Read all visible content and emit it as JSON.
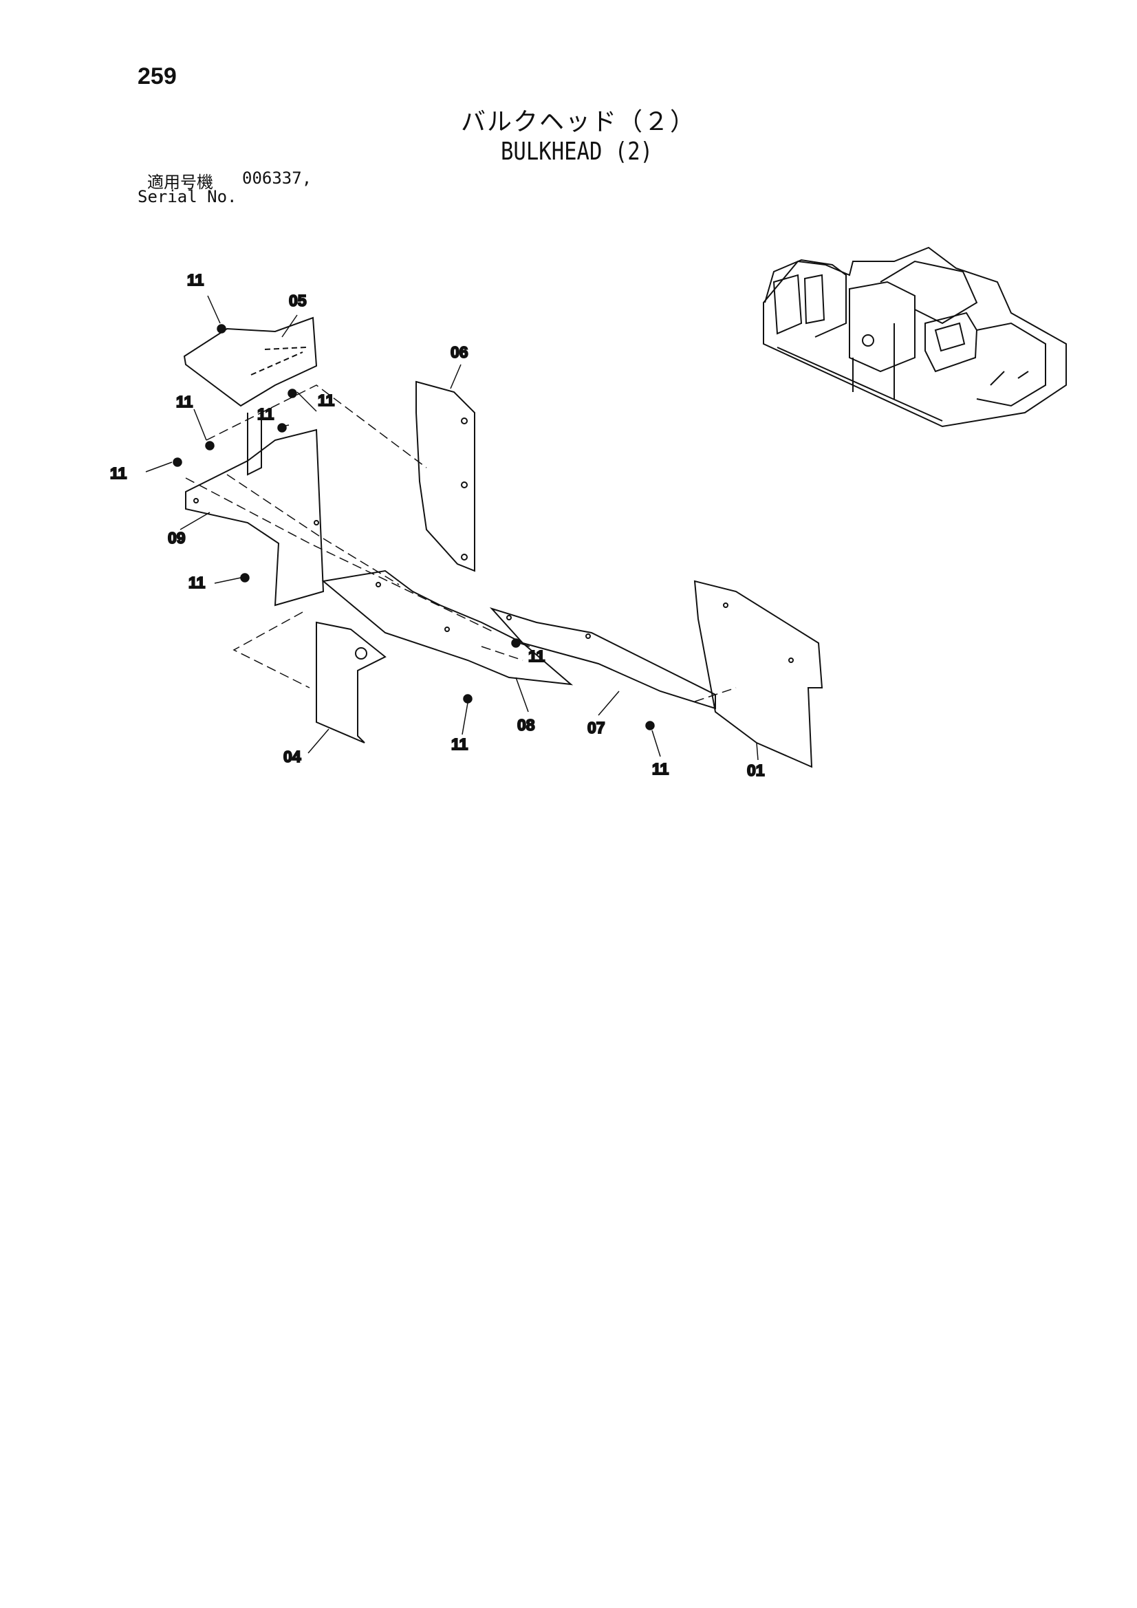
{
  "header": {
    "page_number": "259",
    "title_jp": "バルクヘッド（２）",
    "title_en": "BULKHEAD (2)",
    "serial_label_jp": "適用号機",
    "serial_range": "006337,",
    "serial_label_en": "Serial No."
  },
  "callouts": {
    "c11_a": "11",
    "c05": "05",
    "c06": "06",
    "c11_b": "11",
    "c11_c": "11",
    "c11_d": "11",
    "c11_e": "11",
    "c09": "09",
    "c11_f": "11",
    "c11_g": "11",
    "c11_h": "11",
    "c08": "08",
    "c07": "07",
    "c11_i": "11",
    "c04": "04",
    "c01": "01"
  }
}
